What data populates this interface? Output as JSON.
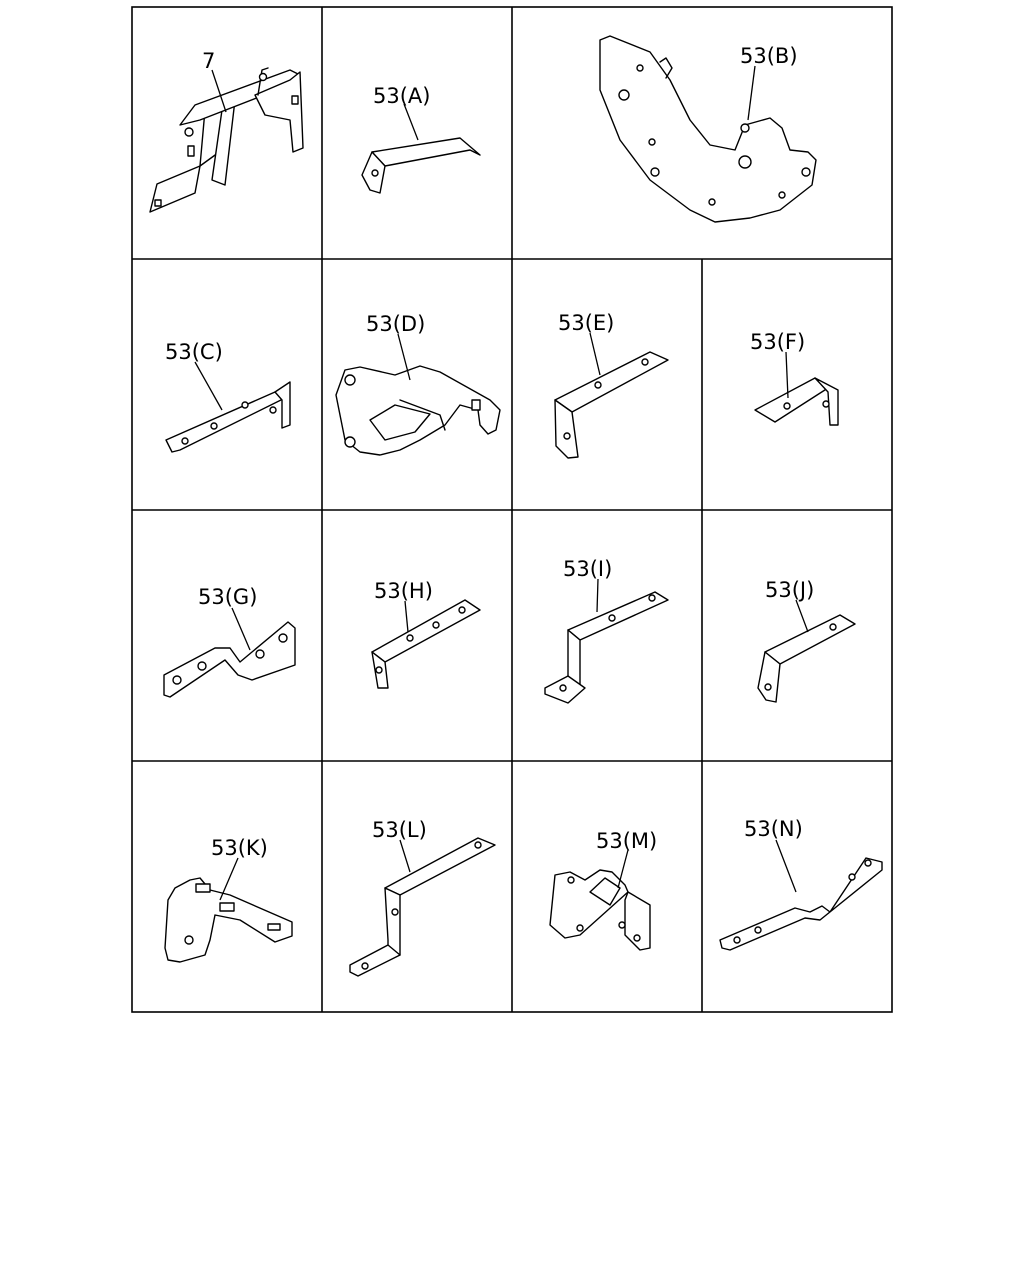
{
  "parts": [
    {
      "id": "p7",
      "label": "7"
    },
    {
      "id": "pA",
      "label": "53(A)"
    },
    {
      "id": "pB",
      "label": "53(B)"
    },
    {
      "id": "pC",
      "label": "53(C)"
    },
    {
      "id": "pD",
      "label": "53(D)"
    },
    {
      "id": "pE",
      "label": "53(E)"
    },
    {
      "id": "pF",
      "label": "53(F)"
    },
    {
      "id": "pG",
      "label": "53(G)"
    },
    {
      "id": "pH",
      "label": "53(H)"
    },
    {
      "id": "pI",
      "label": "53(I)"
    },
    {
      "id": "pJ",
      "label": "53(J)"
    },
    {
      "id": "pK",
      "label": "53(K)"
    },
    {
      "id": "pL",
      "label": "53(L)"
    },
    {
      "id": "pM",
      "label": "53(M)"
    },
    {
      "id": "pN",
      "label": "53(N)"
    }
  ]
}
